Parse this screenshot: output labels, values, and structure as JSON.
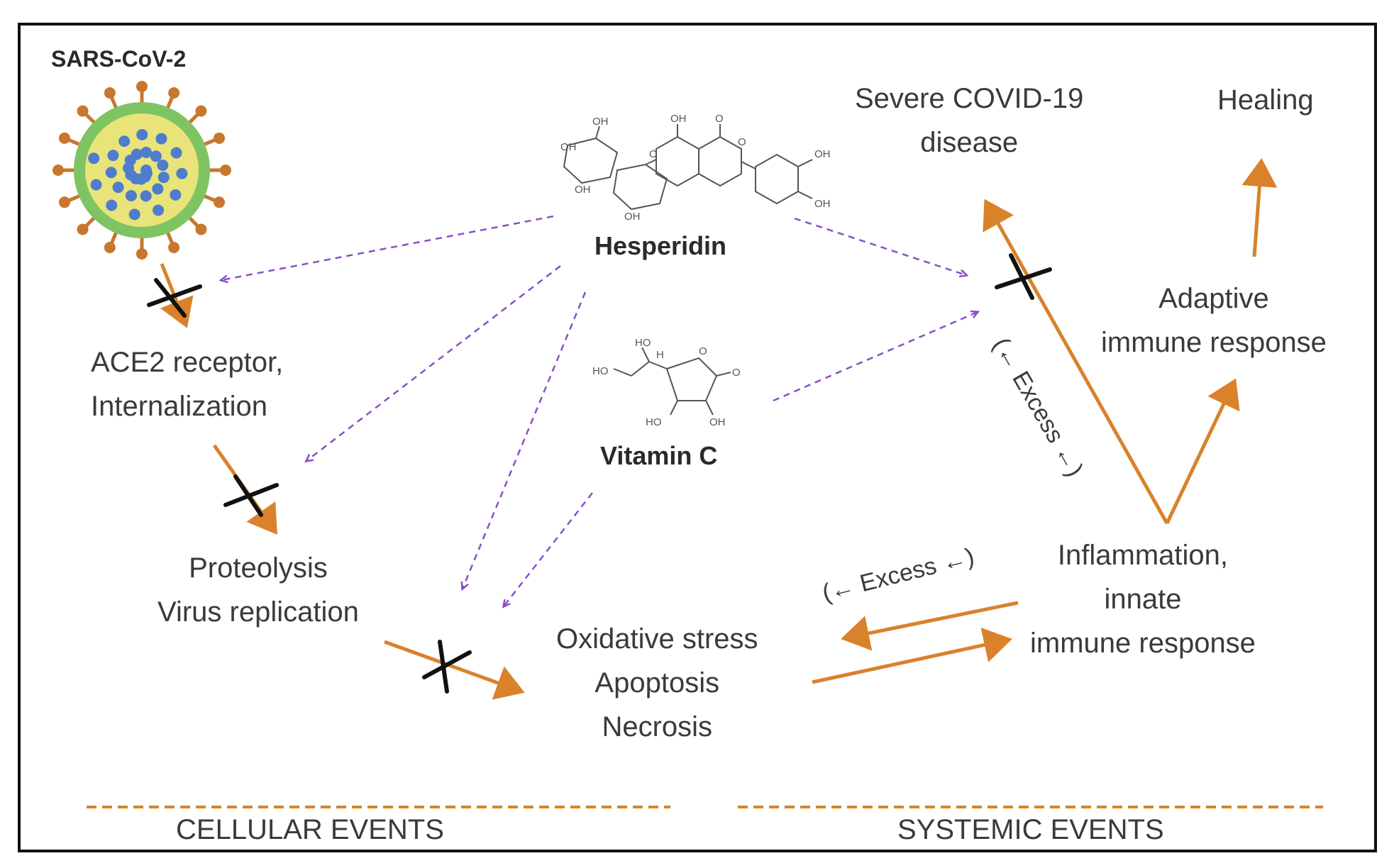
{
  "virus": {
    "label": "SARS-CoV-2"
  },
  "compounds": {
    "hesperidin": "Hesperidin",
    "vitamin_c": "Vitamin C",
    "hesperidin_atoms": [
      "OH",
      "O",
      "OH",
      "O",
      "OH",
      "OH",
      "OH",
      "OH",
      "OH",
      "O"
    ],
    "vitamin_c_atoms": [
      "HO",
      "HO",
      "H",
      "O",
      "O",
      "HO",
      "OH"
    ]
  },
  "nodes": {
    "ace2": [
      "ACE2 receptor,",
      "Internalization"
    ],
    "proteolysis": [
      "Proteolysis",
      "Virus  replication"
    ],
    "oxidative": [
      "Oxidative stress",
      "Apoptosis",
      "Necrosis"
    ],
    "inflammation": [
      "Inflammation,",
      "innate",
      "immune response"
    ],
    "adaptive": [
      "Adaptive",
      "immune response"
    ],
    "severe": [
      "Severe COVID-19",
      "disease"
    ],
    "healing": [
      "Healing"
    ]
  },
  "excess_labels": {
    "horizontal": "(← Excess ←)",
    "diagonal": "(← Excess ←)"
  },
  "sections": {
    "cellular": "CELLULAR EVENTS",
    "systemic": "SYSTEMIC EVENTS"
  },
  "colors": {
    "orange_arrow": "#d9822b",
    "purple_dashed": "#8a4fc9",
    "block_mark": "#111111",
    "virus_yellow": "#e8e47a",
    "virus_green": "#7fc463",
    "virus_blue": "#4f7ccc",
    "spike": "#c8772e"
  }
}
